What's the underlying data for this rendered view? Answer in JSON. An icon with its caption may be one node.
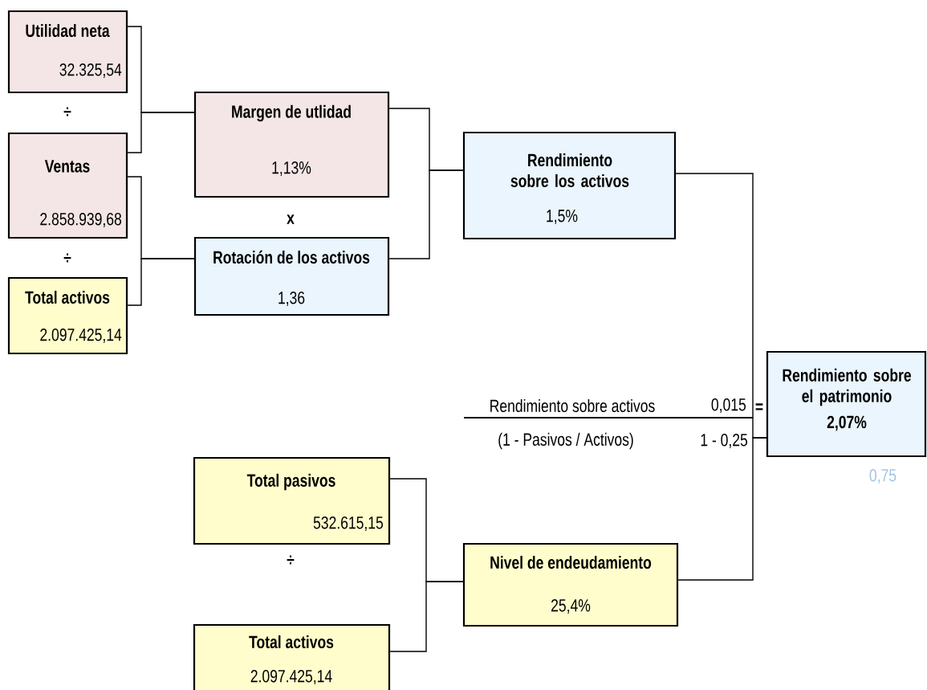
{
  "diagram": {
    "nodes": [
      {
        "text": [
          "Utilidad neta",
          "32.325,54"
        ]
      },
      {
        "text": [
          "Ventas",
          "2.858.939,68"
        ]
      },
      {
        "text": [
          "Total activos",
          "2.097.425,14"
        ]
      },
      {
        "text": [
          "Margen de utlidad",
          "1,13%"
        ]
      },
      {
        "text": [
          "Rotación de los activos",
          "1,36"
        ]
      },
      {
        "text": [
          "Rendimiento sobre los activos",
          "1,5%"
        ]
      },
      {
        "text": [
          "Rendimiento sobre el patrimonio",
          "2,07%"
        ]
      },
      {
        "text": [
          "Total pasivos",
          "532.615,15"
        ]
      },
      {
        "text": [
          "Total activos",
          "2.097.425,14"
        ]
      },
      {
        "text": [
          "Nivel de endeudamiento",
          "25,4%"
        ]
      }
    ],
    "edges": [
      {
        "from": 0,
        "to": 3,
        "arrow": "none"
      },
      {
        "from": 1,
        "to": 3,
        "arrow": "none"
      },
      {
        "from": 1,
        "to": 4,
        "arrow": "none"
      },
      {
        "from": 2,
        "to": 4,
        "arrow": "none"
      },
      {
        "from": 3,
        "to": 5,
        "arrow": "none"
      },
      {
        "from": 4,
        "to": 5,
        "arrow": "none"
      },
      {
        "from": 5,
        "to": 6,
        "arrow": "none"
      },
      {
        "from": 9,
        "to": 6,
        "arrow": "none"
      },
      {
        "from": 7,
        "to": 9,
        "arrow": "none"
      },
      {
        "from": 8,
        "to": 9,
        "arrow": "none"
      }
    ],
    "labels": [
      "÷",
      "÷",
      "x",
      "Rendimiento sobre activos",
      "0,015",
      "=",
      "(1 - Pasivos / Activos)",
      "1 - 0,25",
      "0,75",
      "÷"
    ]
  }
}
